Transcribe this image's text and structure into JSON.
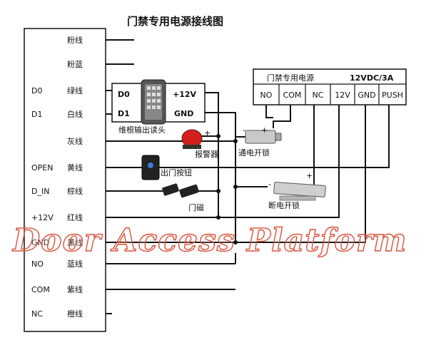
{
  "title": "门禁专用电源接线图",
  "watermark": "Door Access Platform",
  "controller": {
    "rows": [
      {
        "terminal": "",
        "wire": "粉线"
      },
      {
        "terminal": "",
        "wire": "粉蓝"
      },
      {
        "terminal": "D0",
        "wire": "绿线"
      },
      {
        "terminal": "D1",
        "wire": "白线"
      },
      {
        "terminal": "",
        "wire": "灰线"
      },
      {
        "terminal": "OPEN",
        "wire": "黄线"
      },
      {
        "terminal": "D_IN",
        "wire": "棕线"
      },
      {
        "terminal": "+12V",
        "wire": "红线"
      },
      {
        "terminal": "GND",
        "wire": "黑线"
      },
      {
        "terminal": "NO",
        "wire": "蓝线"
      },
      {
        "terminal": "COM",
        "wire": "紫线"
      },
      {
        "terminal": "NC",
        "wire": "橙线"
      }
    ]
  },
  "reader": {
    "label": "维根输出读头",
    "d0": "D0",
    "d1": "D1",
    "v12": "+12V",
    "gnd": "GND"
  },
  "power_supply": {
    "name": "门禁专用电源",
    "rating": "12VDC/3A",
    "terminals": [
      "NO",
      "COM",
      "NC",
      "12V",
      "GND",
      "PUSH"
    ]
  },
  "devices": {
    "alarm": "报警器",
    "exit_button": "出门按钮",
    "door_sensor": "门磁",
    "fail_secure_lock": "通电开锁",
    "fail_safe_lock": "断电开锁",
    "plus": "+",
    "minus": "-"
  }
}
